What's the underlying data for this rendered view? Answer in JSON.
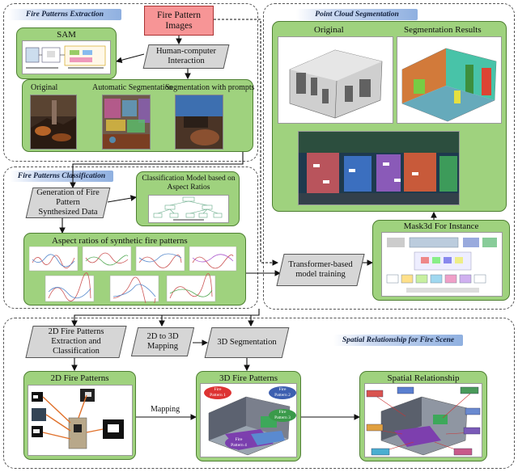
{
  "banners": {
    "extraction": "Fire Patterns Extraction",
    "classification": "Fire Patterns Classification",
    "pointcloud": "Point Cloud Segmentation",
    "spatial": "Spatial Relationship for Fire Scene"
  },
  "nodes": {
    "fire_images": "Fire Pattern Images",
    "sam": "SAM",
    "hci": "Human-computer Interaction",
    "original": "Original",
    "auto_seg": "Automatic Segmentation",
    "prompt_seg": "Segmentation with prompts",
    "generation": "Generation of Fire Pattern Synthesized Data",
    "class_model": "Classification Model based on Aspect Ratios",
    "aspect": "Aspect ratios of synthetic fire patterns",
    "transformer": "Transformer-based model training",
    "mask3d": "Mask3d For Instance",
    "pc_original": "Original",
    "pc_results": "Segmentation Results",
    "extract_class": "2D Fire Patterns Extraction and Classification",
    "mapping_2d3d": "2D to 3D Mapping",
    "seg3d": "3D Segmentation",
    "fp2d": "2D Fire Patterns",
    "fp3d": "3D Fire Patterns",
    "spatial_rel": "Spatial Relationship",
    "mapping_label": "Mapping"
  },
  "fire_pattern_tags": [
    "Fire Pattern 1",
    "Fire Pattern 2",
    "Fire Pattern 3",
    "Fire Pattern 4"
  ],
  "colors": {
    "green_fill": "#9fd27e",
    "green_stroke": "#4e7f32",
    "grey_fill": "#d6d6d6",
    "pink_fill": "#f79596",
    "banner_blue": "#8fb0e0"
  }
}
